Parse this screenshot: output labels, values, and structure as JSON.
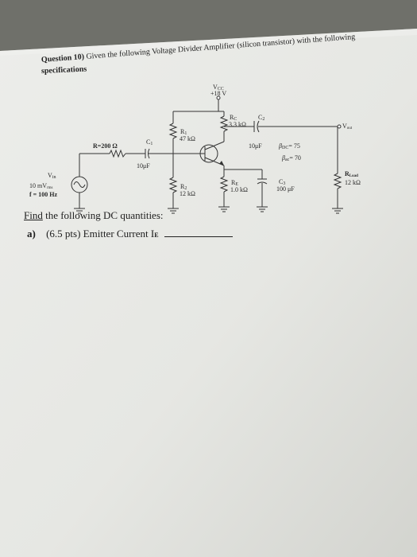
{
  "question": {
    "number_label": "Question 10)",
    "text": "Given the following Voltage Divider Amplifier (silicon transistor) with the following",
    "text_cont": "specifications"
  },
  "circuit": {
    "vcc_label": "V",
    "vcc_sub": "CC",
    "vcc_value": "+18 V",
    "r1_label": "R",
    "r1_sub": "1",
    "r1_value": "47 kΩ",
    "rc_label": "R",
    "rc_sub": "C",
    "rc_value": "3.3 kΩ",
    "c2_label": "C",
    "c2_sub": "2",
    "c2_value": "10μF",
    "vout_label": "V",
    "vout_sub": "out",
    "beta_dc_label": "β",
    "beta_dc_sub": "DC",
    "beta_dc_value": "= 75",
    "beta_ac_label": "β",
    "beta_ac_sub": "ac",
    "beta_ac_value": "= 70",
    "rs_label": "R=200 Ω",
    "c1_label": "C",
    "c1_sub": "1",
    "c1_value": "10μF",
    "vin_label": "V",
    "vin_sub": "in",
    "vin_value": "10 mV",
    "vin_value_sub": "rms",
    "freq_label": "f = 100 Hz",
    "r2_label": "R",
    "r2_sub": "2",
    "r2_value": "12 kΩ",
    "re_label": "R",
    "re_sub": "E",
    "re_value": "1.0 kΩ",
    "c3_label": "C",
    "c3_sub": "3",
    "c3_value": "100 μF",
    "rload_label": "R",
    "rload_sub": "Load",
    "rload_value": "12 kΩ"
  },
  "find": {
    "find_word": "Find",
    "rest": " the following DC quantities:"
  },
  "part_a": {
    "letter": "a)",
    "text": "(6.5 pts) Emitter Current I",
    "text_sub": "E"
  }
}
